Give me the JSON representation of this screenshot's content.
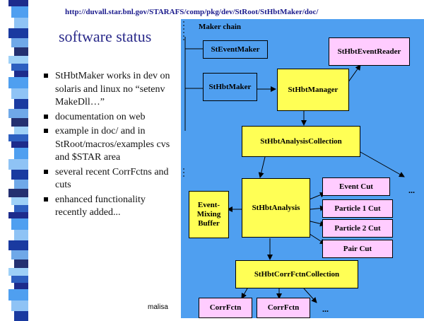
{
  "url": "http://duvall.star.bnl.gov/STARAFS/comp/pkg/dev/StRoot/StHbtMaker/doc/",
  "title": "software status",
  "bullets": [
    "StHbtMaker works in dev on solaris and linux no “setenv MakeDll…”",
    "documentation on web",
    "example in doc/ and in StRoot/macros/examples cvs and $STAR area",
    "several recent CorrFctns and cuts",
    "enhanced functionality recently added..."
  ],
  "author": "malisa",
  "diagram": {
    "header": "Maker chain",
    "event_maker": "StEventMaker",
    "hbt_maker": "StHbtMaker",
    "event_reader": "StHbtEventReader",
    "manager": "StHbtManager",
    "analysis_collection": "StHbtAnalysisCollection",
    "analysis": "StHbtAnalysis",
    "mixing_buffer": "Event-Mixing Buffer",
    "event_cut": "Event Cut",
    "particle1_cut": "Particle 1 Cut",
    "particle2_cut": "Particle 2 Cut",
    "pair_cut": "Pair Cut",
    "corrfctn_collection": "StHbtCorrFctnCollection",
    "corrfctn1": "CorrFctn",
    "corrfctn2": "CorrFctn",
    "ellipsis1": "...",
    "ellipsis2": "..."
  },
  "colors": {
    "panel": "#4f9ff0",
    "yellow_box": "#ffff55",
    "pink_box": "#ffccff",
    "url": "#1a1a8c",
    "title": "#2a2a8a"
  }
}
